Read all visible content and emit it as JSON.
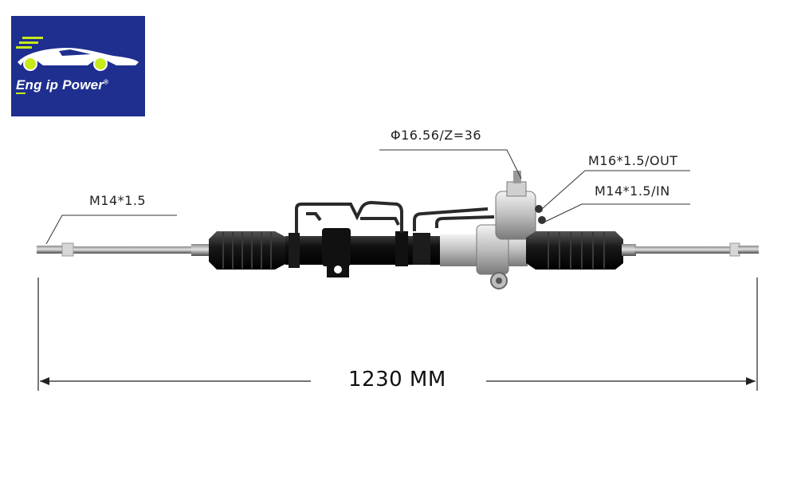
{
  "brand": {
    "name_first": "E",
    "name_rest": "ng ip Power",
    "registered": "®",
    "colors": {
      "background": "#1f2f8f",
      "accent": "#c7ea19",
      "text": "#ffffff"
    },
    "icon": "car-silhouette-icon"
  },
  "labels": {
    "left_thread": "M14*1.5",
    "pinion": "Φ16.56/Z=36",
    "outlet_port": "M16*1.5/OUT",
    "inlet_port": "M14*1.5/IN"
  },
  "dimension": {
    "length": "1230 MM"
  }
}
